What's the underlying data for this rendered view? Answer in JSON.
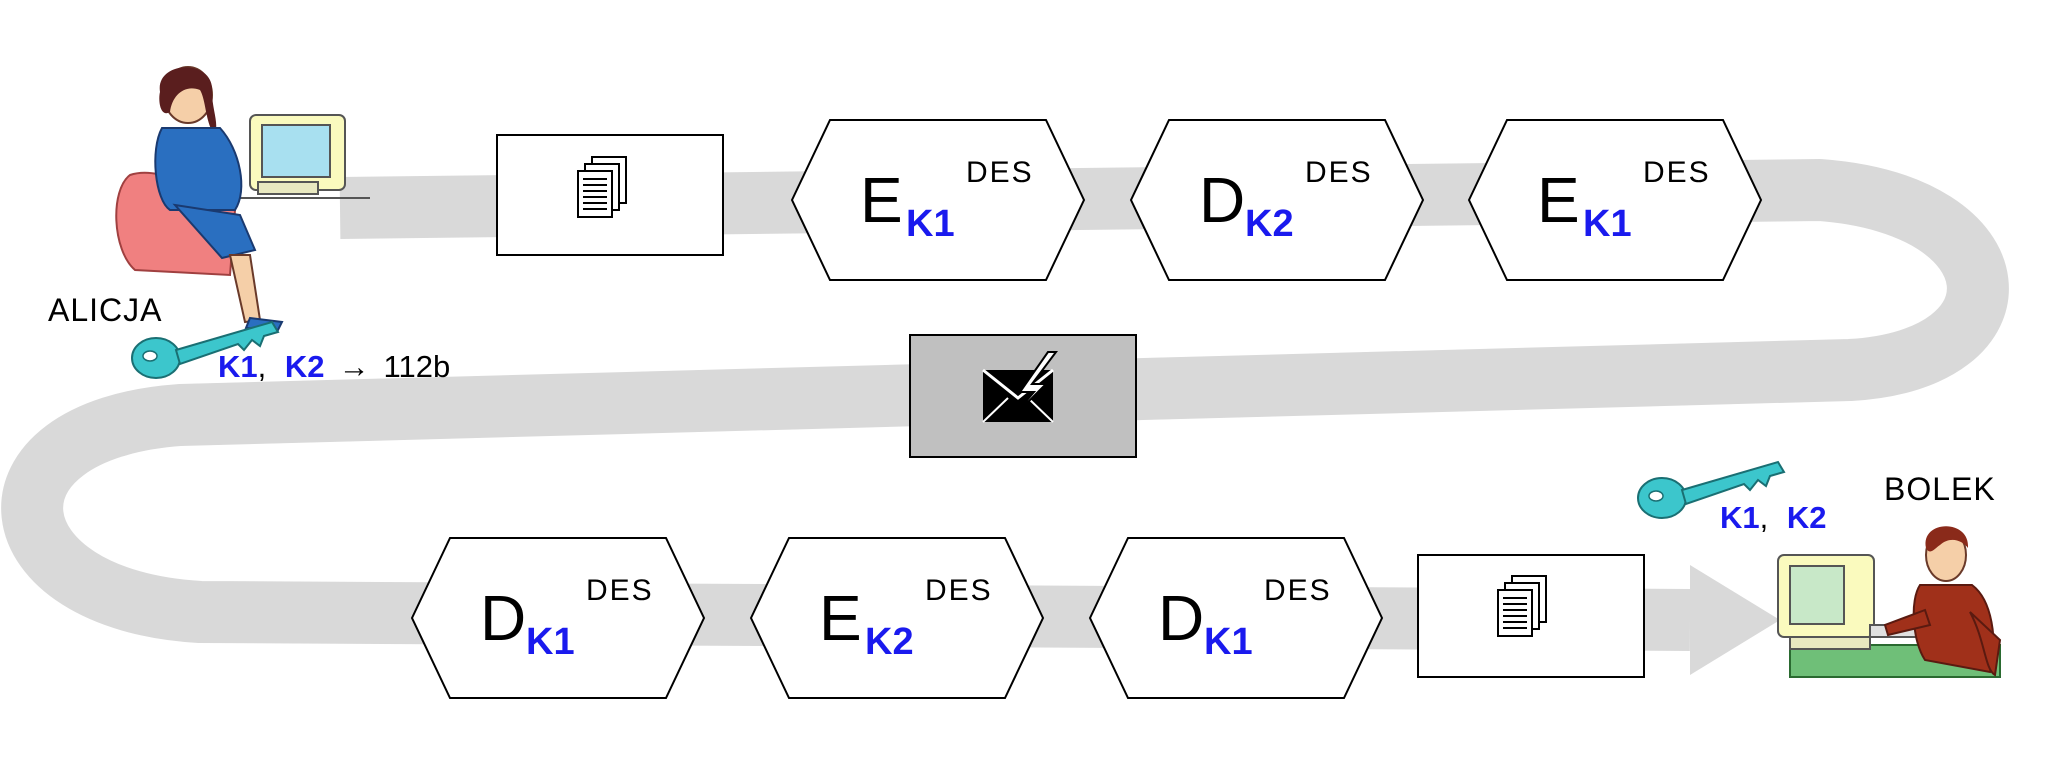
{
  "persons": {
    "sender": "ALICJA",
    "receiver": "BOLEK"
  },
  "sender_keys": {
    "k1": "K1",
    "sep": ",",
    "k2": "K2",
    "arrow": "→",
    "bits": "112b"
  },
  "receiver_keys": {
    "k1": "K1",
    "sep": ",",
    "k2": "K2"
  },
  "encrypt_row": [
    {
      "op": "E",
      "key": "K1",
      "alg": "DES"
    },
    {
      "op": "D",
      "key": "K2",
      "alg": "DES"
    },
    {
      "op": "E",
      "key": "K1",
      "alg": "DES"
    }
  ],
  "decrypt_row": [
    {
      "op": "D",
      "key": "K1",
      "alg": "DES"
    },
    {
      "op": "E",
      "key": "K2",
      "alg": "DES"
    },
    {
      "op": "D",
      "key": "K1",
      "alg": "DES"
    }
  ],
  "icons": {
    "plaintext_in": "documents-icon",
    "ciphertext": "envelope-icon",
    "plaintext_out": "documents-icon",
    "sender_key": "key-icon",
    "receiver_key": "key-icon"
  },
  "colors": {
    "path": "#d9d9d9",
    "key_text": "#1a1aee",
    "key_icon": "#3cc6cc",
    "cipher_box": "#c0c0c0"
  }
}
